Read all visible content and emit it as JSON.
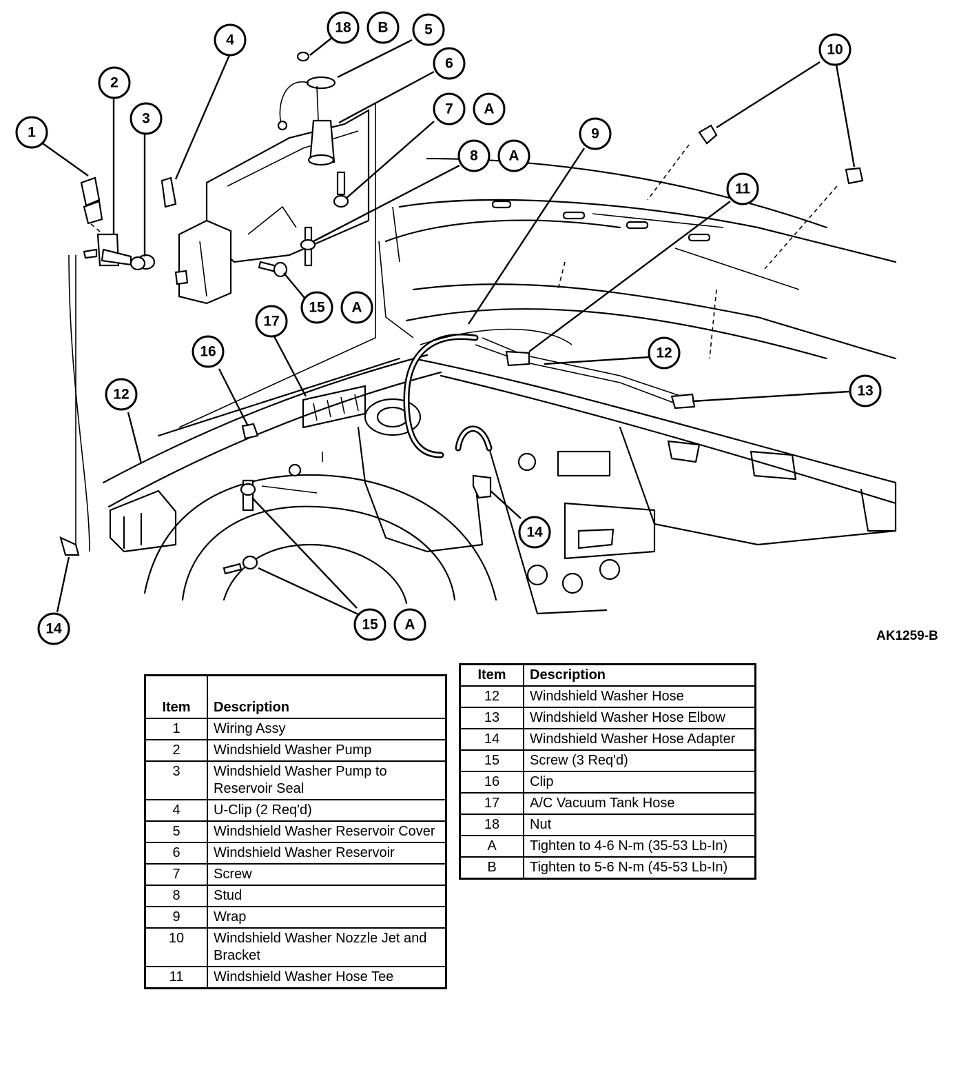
{
  "figure_code": "AK1259-B",
  "callouts": {
    "c1": "1",
    "c2": "2",
    "c3": "3",
    "c4": "4",
    "c5": "5",
    "c6": "6",
    "c7": "7",
    "c7a": "A",
    "c8": "8",
    "c8a": "A",
    "c9": "9",
    "c10": "10",
    "c11": "11",
    "c12a": "12",
    "c12b": "12",
    "c13": "13",
    "c14a": "14",
    "c14b": "14",
    "c15a": "15",
    "c15aA": "A",
    "c15b": "15",
    "c15bA": "A",
    "c16": "16",
    "c17": "17",
    "c18": "18",
    "c18b": "B"
  },
  "legend": {
    "item_header": "Item",
    "description_header": "Description",
    "left_rows": [
      {
        "item": "1",
        "description": "Wiring Assy"
      },
      {
        "item": "2",
        "description": "Windshield Washer Pump"
      },
      {
        "item": "3",
        "description": "Windshield Washer Pump to Reservoir Seal"
      },
      {
        "item": "4",
        "description": "U-Clip (2 Req'd)"
      },
      {
        "item": "5",
        "description": "Windshield Washer Reservoir Cover"
      },
      {
        "item": "6",
        "description": "Windshield Washer Reservoir"
      },
      {
        "item": "7",
        "description": "Screw"
      },
      {
        "item": "8",
        "description": "Stud"
      },
      {
        "item": "9",
        "description": "Wrap"
      },
      {
        "item": "10",
        "description": "Windshield Washer Nozzle Jet and Bracket"
      },
      {
        "item": "11",
        "description": "Windshield Washer Hose Tee"
      }
    ],
    "right_rows": [
      {
        "item": "12",
        "description": "Windshield Washer Hose"
      },
      {
        "item": "13",
        "description": "Windshield Washer Hose Elbow"
      },
      {
        "item": "14",
        "description": "Windshield Washer Hose Adapter"
      },
      {
        "item": "15",
        "description": "Screw (3 Req'd)"
      },
      {
        "item": "16",
        "description": "Clip"
      },
      {
        "item": "17",
        "description": "A/C Vacuum Tank Hose"
      },
      {
        "item": "18",
        "description": "Nut"
      },
      {
        "item": "A",
        "description": "Tighten to 4-6 N-m (35-53 Lb-In)"
      },
      {
        "item": "B",
        "description": "Tighten to 5-6 N-m (45-53 Lb-In)"
      }
    ]
  }
}
